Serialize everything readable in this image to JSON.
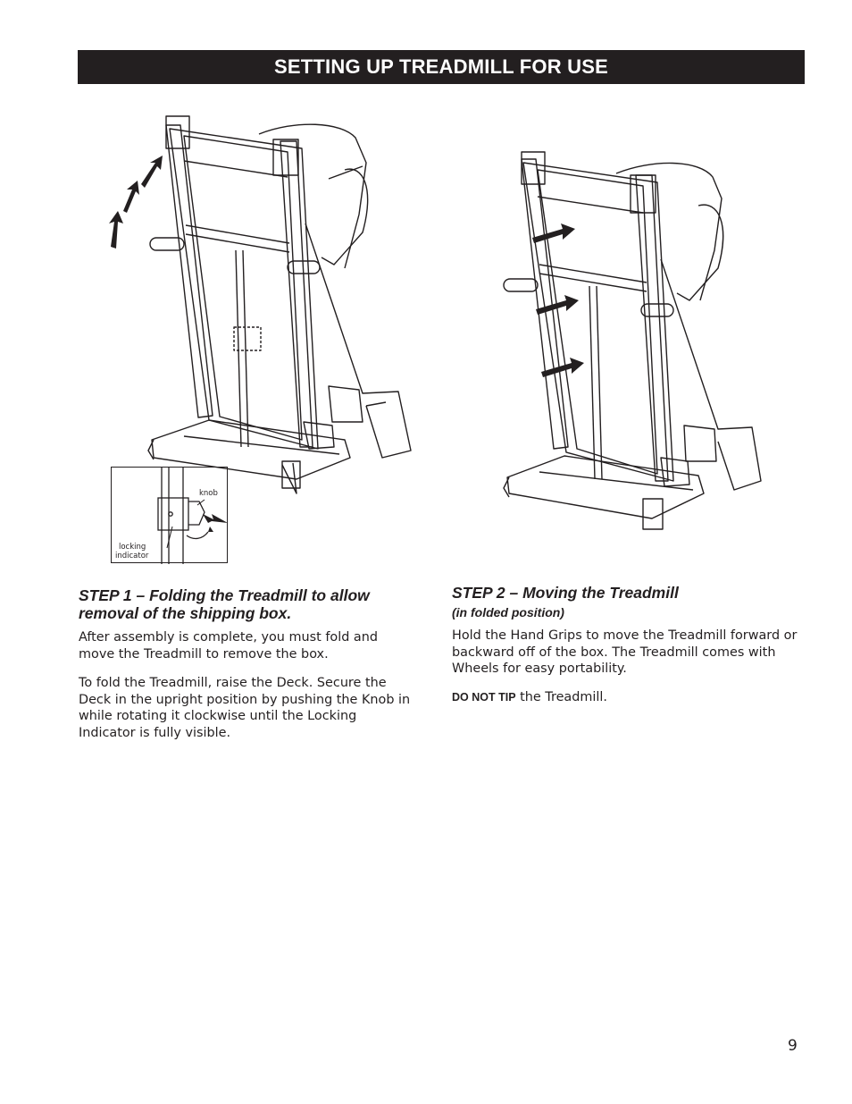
{
  "page": {
    "title": "SETTING UP TREADMILL FOR USE",
    "page_number": "9"
  },
  "figure1": {
    "inset_labels": {
      "knob": "knob",
      "locking_line1": "locking",
      "locking_line2": "indicator"
    }
  },
  "step1": {
    "heading_line1": "STEP 1 – Folding the Treadmill to allow",
    "heading_line2": "removal of the shipping box.",
    "paragraph1": "After assembly is complete, you must fold and move the Treadmill to remove the box.",
    "paragraph2": "To fold the Treadmill, raise the Deck. Secure the Deck in the upright position by pushing the Knob in while rotating it clockwise until the Locking Indicator is fully visible."
  },
  "step2": {
    "heading": "STEP 2 – Moving the Treadmill",
    "subheading": "(in folded position)",
    "paragraph1": "Hold the Hand Grips to move the Treadmill forward or backward off of the box. The Treadmill comes with Wheels for easy portability.",
    "warning_bold": "DO NOT TIP",
    "warning_rest": " the Treadmill."
  },
  "colors": {
    "ink": "#231f20",
    "paper": "#ffffff"
  }
}
